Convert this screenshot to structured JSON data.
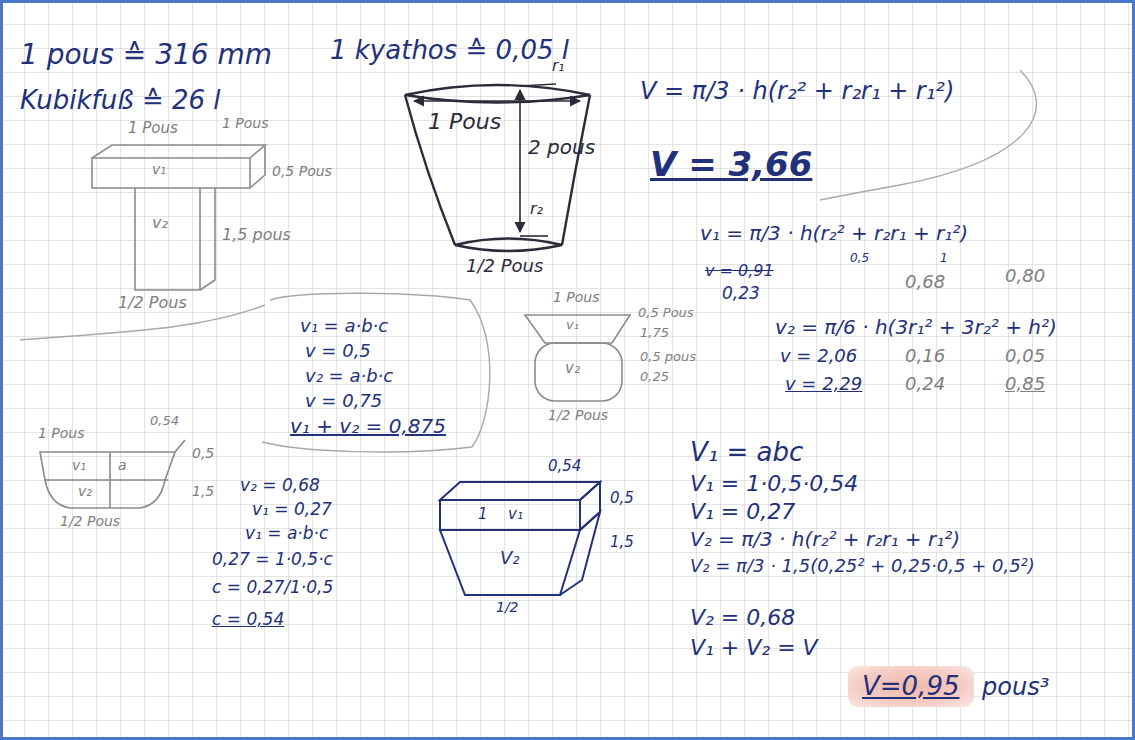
{
  "diagram": {
    "nodes": [
      {
        "text": [
          "V=0,95"
        ]
      }
    ],
    "labels": [
      "1 pous ≙ 316 mm",
      "Kubikfuß ≙ 26 l",
      "1 kyathos ≙ 0,05 l",
      "1 Pous",
      "1 Pous",
      "0,5 Pous",
      "v₁",
      "v₂",
      "1,5 pous",
      "1/2 Pous",
      "1 Pous",
      "2 pous",
      "r₁",
      "r₂",
      "1/2 Pous",
      "V = π/3 · h(r₂² + r₂r₁ + r₁²)",
      "V = 3,66",
      "v₁ = π/3 · h(r₂² + r₂r₁ + r₁²)",
      "0,5",
      "1",
      "v = 0,91",
      "0,23",
      "0,68",
      "0,80",
      "1 Pous",
      "v₁",
      "0,5 Pous",
      "1,75",
      "v₂",
      "0,5 pous",
      "0,25",
      "1/2 Pous",
      "v₂ = π/6 · h(3r₁² + 3r₂² + h²)",
      "v = 2,06",
      "0,16",
      "0,05",
      "v = 2,29",
      "0,24",
      "0,85",
      "v₁ = a·b·c",
      "v = 0,5",
      "v₂ = a·b·c",
      "v = 0,75",
      "v₁ + v₂ = 0,875",
      "1 Pous",
      "0,54",
      "v₁",
      "a",
      "0,5",
      "v₂",
      "1,5",
      "1/2 Pous",
      "v₂ = 0,68",
      "v₁ = 0,27",
      "v₁ = a·b·c",
      "0,27 = 1·0,5·c",
      "c = 0,27/1·0,5",
      "c = 0,54",
      "0,54",
      "1",
      "v₁",
      "0,5",
      "V₂",
      "1,5",
      "1/2",
      "V₁ = abc",
      "V₁ = 1·0,5·0,54",
      "V₁ = 0,27",
      "V₂ = π/3 · h(r₂² + r₂r₁ + r₁²)",
      "V₂ = π/3 · 1,5(0,25² + 0,25·0,5 + 0,5²)",
      "V₂ = 0,68",
      "V₁ + V₂ = V",
      "pous³"
    ]
  }
}
